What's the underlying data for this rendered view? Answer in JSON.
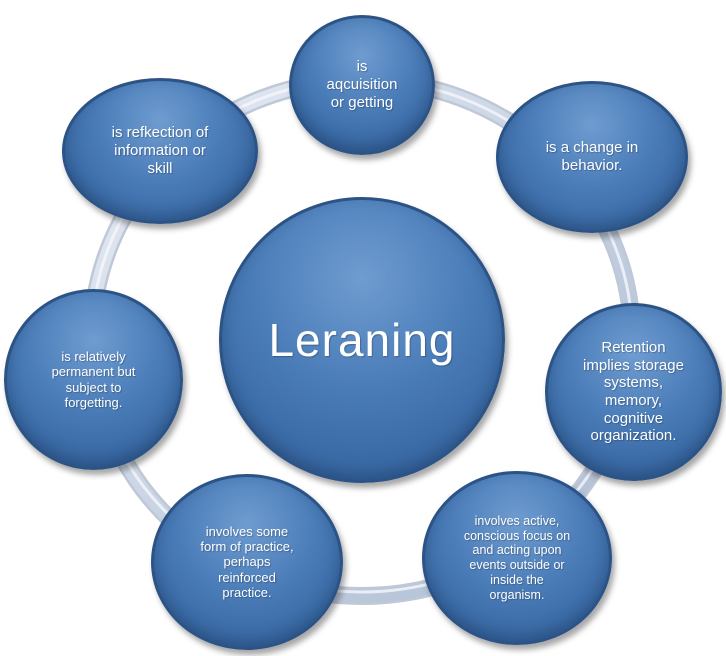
{
  "center": {
    "label": "Leraning"
  },
  "nodes": {
    "top": "is\naqcuisition\nor getting",
    "top_right": "is a change in\nbehavior.",
    "right": "Retention\nimplies storage\nsystems,\nmemory,\ncognitive\norganization.",
    "bottom_right": "involves active,\nconscious focus on\nand acting upon\nevents outside or\ninside the\norganism.",
    "bottom_left": "involves some\nform of practice,\nperhaps\nreinforced\npractice.",
    "left": "is relatively\npermanent but\nsubject to\nforgetting.",
    "top_left": "is  refkection of\ninformation or\nskill"
  },
  "colors": {
    "node_fill": "#4a7cb8",
    "node_border": "#2c5386",
    "ring": "#c9d3e2",
    "text": "#ffffff"
  }
}
